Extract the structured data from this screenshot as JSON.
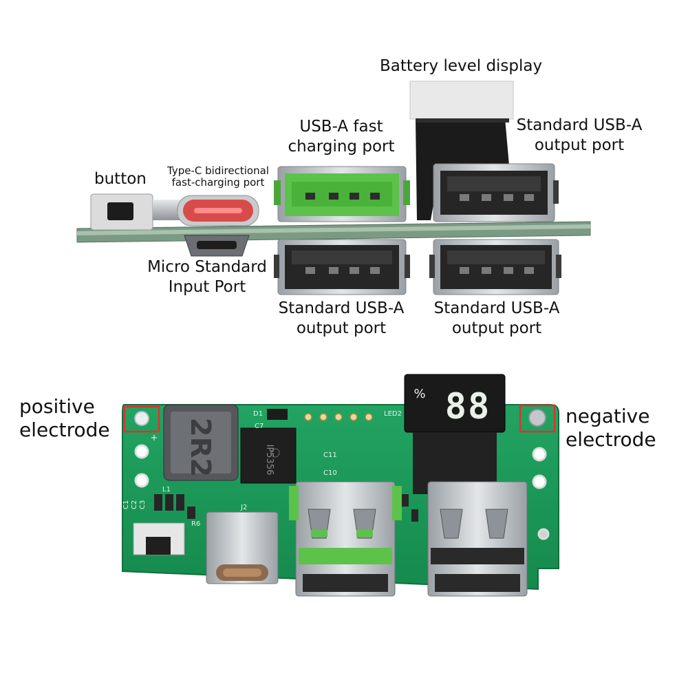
{
  "labels": {
    "battery_display": "Battery level display",
    "usba_fast": "USB-A fast charging port",
    "usba_fast_l1": "USB-A fast",
    "usba_fast_l2": "charging port",
    "std_out_top_right_l1": "Standard USB-A",
    "std_out_top_right_l2": "output port",
    "button": "button",
    "typec_l1": "Type-C bidirectional",
    "typec_l2": "fast-charging port",
    "micro_l1": "Micro Standard",
    "micro_l2": "Input Port",
    "std_out_bottom_left_l1": "Standard USB-A",
    "std_out_bottom_left_l2": "output port",
    "std_out_bottom_right_l1": "Standard USB-A",
    "std_out_bottom_right_l2": "output port",
    "positive_l1": "positive",
    "positive_l2": "electrode",
    "negative_l1": "negative",
    "negative_l2": "electrode"
  },
  "board_markings": {
    "chip": "IP5356",
    "inductor": "2R2",
    "display_digits": "88",
    "percent": "%",
    "refs": [
      "D1",
      "C7",
      "L1",
      "J2",
      "R6",
      "C10",
      "C11",
      "LED2",
      "C1",
      "C2",
      "C3"
    ],
    "plus": "+"
  },
  "colors": {
    "pcb": "#1f9a5a",
    "pcb_dark": "#17804a",
    "usb_green": "#5cc24a",
    "typec_red": "#d94b4b",
    "metal": "#c9cccf",
    "connector_black": "#2a2a2a",
    "highlight_box": "#e03030",
    "display_digit": "#e8f0e8"
  }
}
